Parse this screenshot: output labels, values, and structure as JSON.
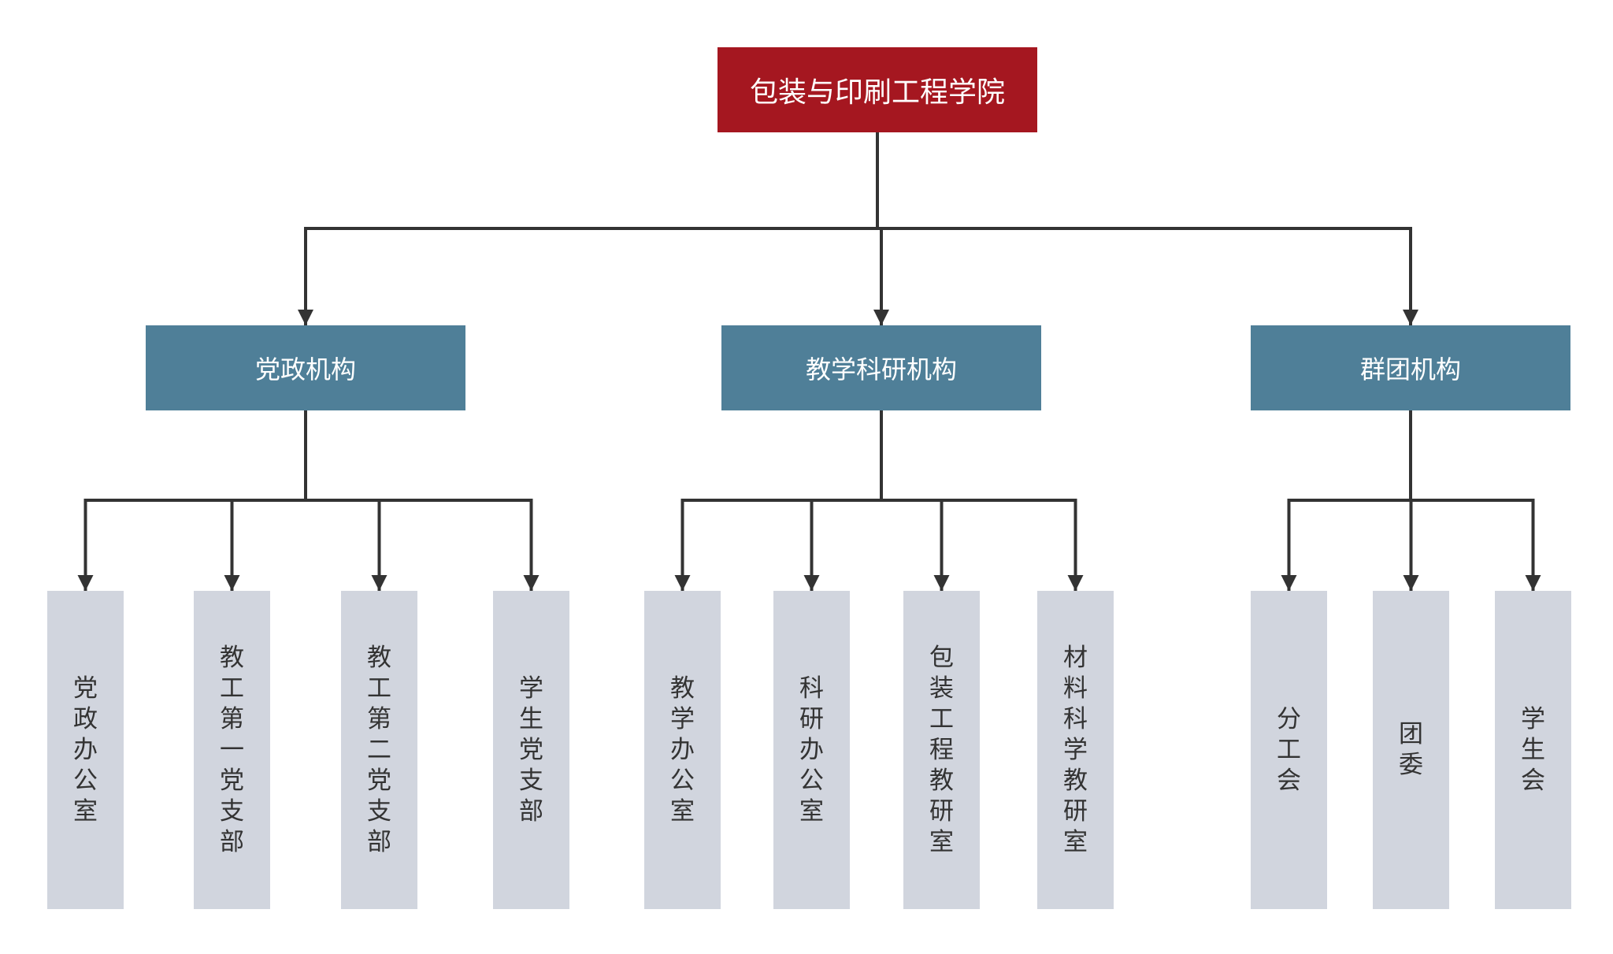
{
  "root": {
    "id": "root",
    "label": "包装与印刷工程学院"
  },
  "groups": [
    {
      "id": "dang",
      "label": "党政机构",
      "children": [
        {
          "id": "dang-1",
          "label": "党政办公室"
        },
        {
          "id": "dang-2",
          "label": "教工第一党支部"
        },
        {
          "id": "dang-3",
          "label": "教工第二党支部"
        },
        {
          "id": "dang-4",
          "label": "学生党支部"
        }
      ]
    },
    {
      "id": "jiao",
      "label": "教学科研机构",
      "children": [
        {
          "id": "jiao-1",
          "label": "教学办公室"
        },
        {
          "id": "jiao-2",
          "label": "科研办公室"
        },
        {
          "id": "jiao-3",
          "label": "包装工程教研室"
        },
        {
          "id": "jiao-4",
          "label": "材料科学教研室"
        }
      ]
    },
    {
      "id": "qun",
      "label": "群团机构",
      "children": [
        {
          "id": "qun-1",
          "label": "分工会"
        },
        {
          "id": "qun-2",
          "label": "团委"
        },
        {
          "id": "qun-3",
          "label": "学生会"
        }
      ]
    }
  ],
  "colors": {
    "root": "#a51720",
    "group": "#4f7f98",
    "leaf": "#d1d5de",
    "connector": "#333333"
  }
}
